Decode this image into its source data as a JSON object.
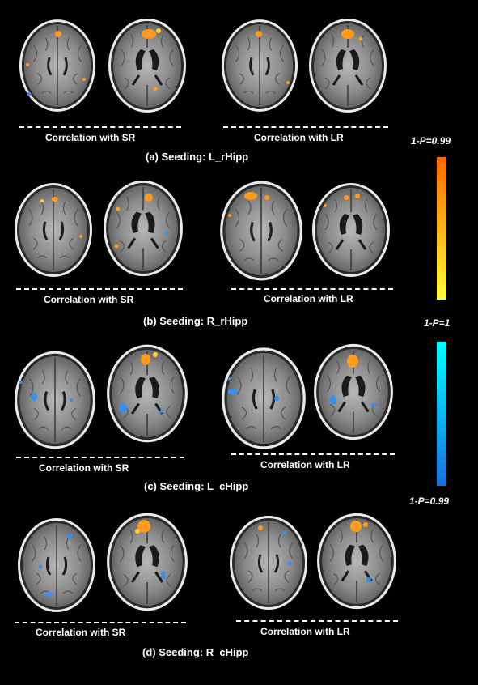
{
  "panels": [
    {
      "caption": "(a) Seeding: L_rHipp",
      "left_label": "Correlation with SR",
      "right_label": "Correlation with LR"
    },
    {
      "caption": "(b) Seeding: R_rHipp",
      "left_label": "Correlation with SR",
      "right_label": "Correlation with LR"
    },
    {
      "caption": "(c) Seeding: L_cHipp",
      "left_label": "Correlation with SR",
      "right_label": "Correlation with LR"
    },
    {
      "caption": "(d) Seeding: R_cHipp",
      "left_label": "Correlation with SR",
      "right_label": "Correlation with LR"
    }
  ],
  "colorbars": {
    "warm_top": "1-P=0.99",
    "middle": "1-P=1",
    "cool_bottom": "1-P=0.99",
    "warm_gradient": [
      "#ff6a00",
      "#ffff33"
    ],
    "cool_gradient": [
      "#00ffff",
      "#1a6fe0"
    ]
  }
}
